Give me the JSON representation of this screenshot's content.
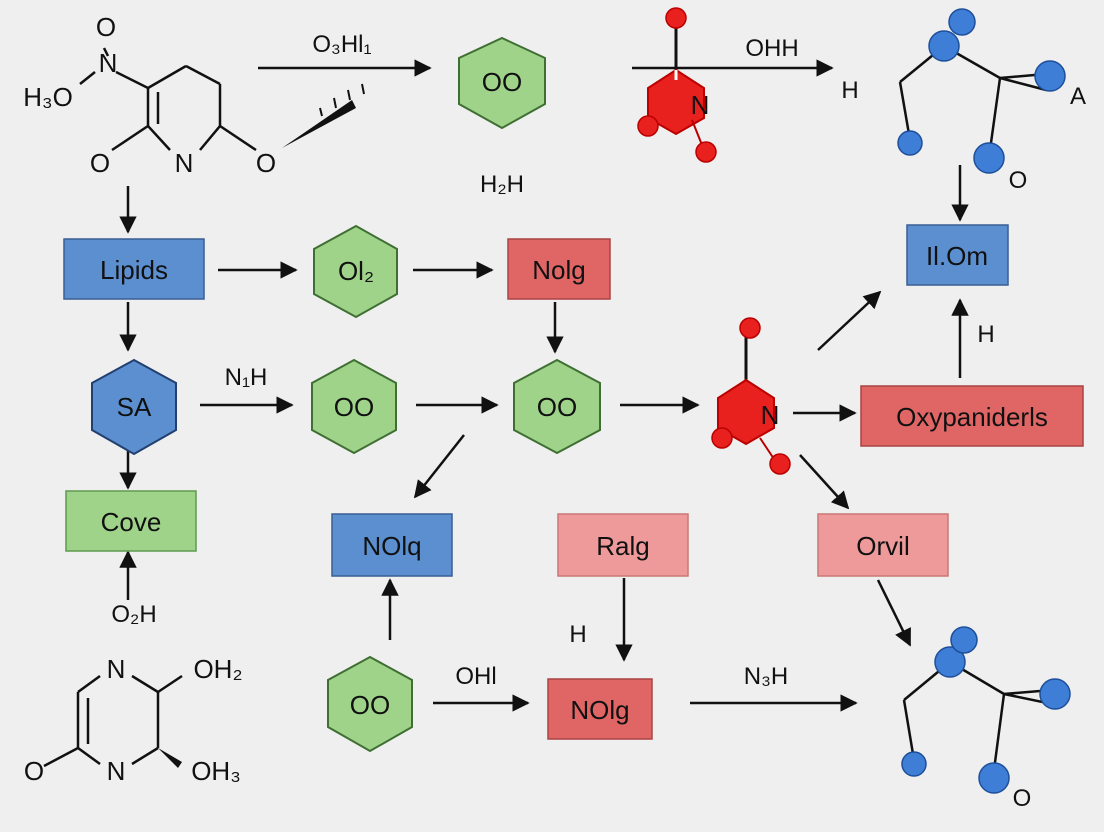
{
  "colors": {
    "blue_fill": "#5b8fd0",
    "green_fill": "#9fd38a",
    "red_fill": "#e06666",
    "pink_fill": "#ee9a9a",
    "atom_red": "#e8201e",
    "atom_blue": "#3f7ed6",
    "stroke": "#222222"
  },
  "boxes": {
    "lipids": "Lipids",
    "nolg_top": "Nolg",
    "ilom": "Il.Om",
    "cove": "Cove",
    "oxypaniderls": "Oxypaniderls",
    "nolq": "NOlq",
    "ralg": "Ralg",
    "orvil": "Orvil",
    "nolg_bottom": "NOlg"
  },
  "hexagons": {
    "top": "OO",
    "ol2": "Ol₂",
    "sa": "SA",
    "mid_left": "OO",
    "mid_right": "OO",
    "bottom": "OO"
  },
  "labels": {
    "o3hl1": "O₃Hl₁",
    "ohh": "OHH",
    "h_top": "H",
    "a": "A",
    "o_top_right": "O",
    "h2h": "H₂H",
    "n1h": "N₁H",
    "h_right": "H",
    "o2h": "O₂H",
    "h_middle": "H",
    "ohl": "OHl",
    "n3h": "N₃H",
    "o_bottom_right": "O"
  },
  "molecule_top_left": {
    "h3o": "H₃O",
    "n_nitro": "N",
    "o_nitro": "O",
    "n_ring": "N",
    "o_left": "O",
    "o_right": "O"
  },
  "molecule_bottom_left": {
    "n_top": "N",
    "n_bottom": "N",
    "oh2": "OH₂",
    "oh3": "OH₃",
    "o_left": "O"
  },
  "molecule_red": {
    "n_top": "N",
    "n_middle": "N"
  }
}
